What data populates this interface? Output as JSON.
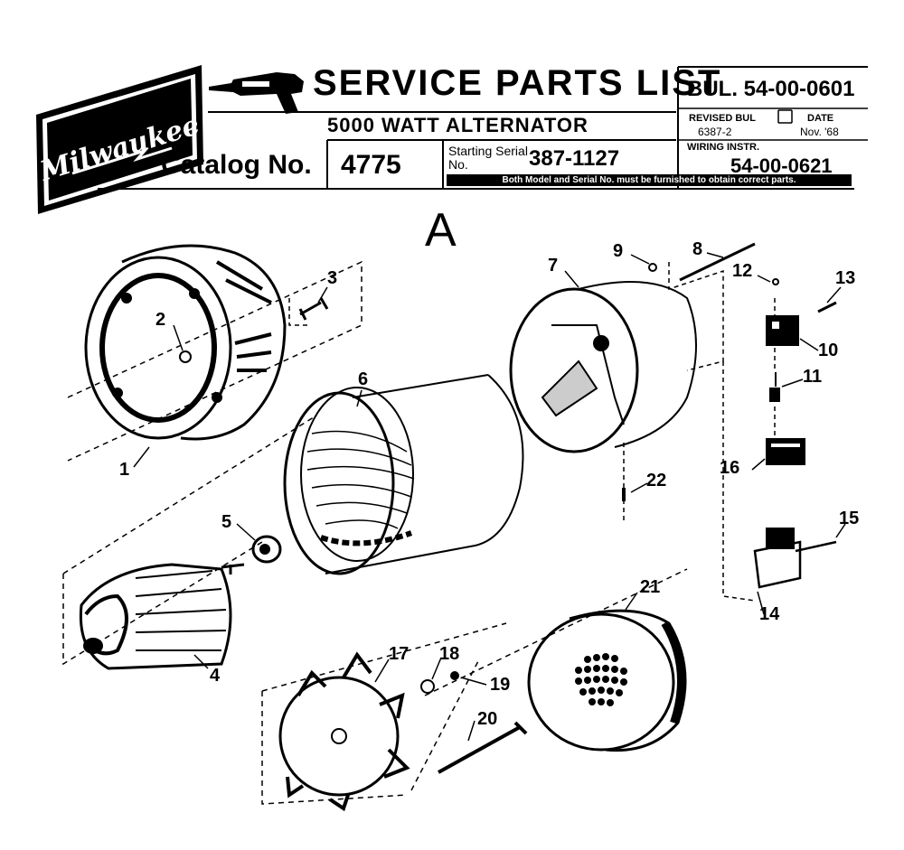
{
  "header": {
    "brand_logo": "Milwaukee",
    "title": "SERVICE PARTS LIST",
    "subtitle": "5000 WATT ALTERNATOR",
    "catalog_label": "Catalog No.",
    "catalog_number": "4775",
    "starting_serial_label": "Starting Serial No.",
    "starting_serial": "387-1127",
    "bulletin": "BUL. 54-00-0601",
    "revised_label": "REVISED BUL",
    "revised_value": "6387-2",
    "date_label": "DATE",
    "date_value": "Nov. '68",
    "wiring_label": "WIRING INSTR.",
    "wiring_value": "54-00-0621",
    "notice": "Both Model and Serial No. must be furnished to obtain correct parts."
  },
  "diagram": {
    "view_label": "A",
    "parts": [
      "1",
      "2",
      "3",
      "4",
      "5",
      "6",
      "7",
      "8",
      "9",
      "10",
      "11",
      "12",
      "13",
      "14",
      "15",
      "16",
      "17",
      "18",
      "19",
      "20",
      "21",
      "22"
    ]
  }
}
